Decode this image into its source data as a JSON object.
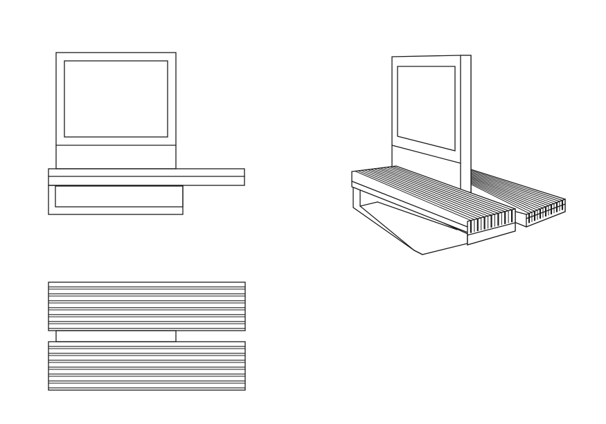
{
  "drawing": {
    "background": "#ffffff",
    "line_color": "#1a1a1a",
    "fill_color": "#ffffff",
    "views": [
      {
        "id": "side-elevation",
        "components": [
          "display-panel",
          "bench-seat",
          "bench-base-frame"
        ]
      },
      {
        "id": "isometric",
        "components": [
          "display-panel",
          "front-slatted-bench",
          "rear-slatted-bench",
          "base-frame"
        ]
      },
      {
        "id": "plan",
        "components": [
          "front-slatted-bench",
          "rear-slatted-bench",
          "center-connector"
        ],
        "slats_per_bench": 7
      }
    ]
  }
}
